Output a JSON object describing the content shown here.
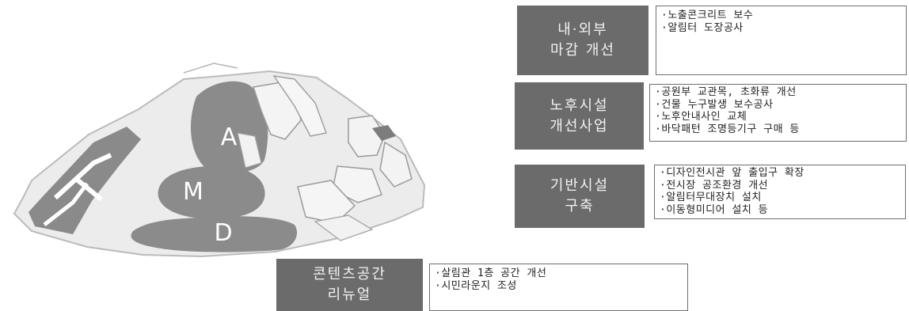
{
  "map": {
    "zones": [
      "A",
      "M",
      "D"
    ]
  },
  "groups": [
    {
      "title": [
        "내·외부",
        "마감 개선"
      ],
      "items": [
        "·노출콘크리트 보수",
        "·알림터 도장공사"
      ]
    },
    {
      "title": [
        "노후시설",
        "개선사업"
      ],
      "items": [
        "·공원부 교관목, 초화류 개선",
        "·건물 누구발생 보수공사",
        "·노후안내사인 교체",
        "·바닥패턴 조명등기구 구매 등"
      ]
    },
    {
      "title": [
        "기반시설",
        "구축"
      ],
      "items": [
        "·디자인전시관 앞 출입구 확장",
        "·전시장 공조환경 개선",
        "·알림터무대장치 설치",
        "·이동형미디어 설치 등"
      ]
    },
    {
      "title": [
        "콘텐츠공간",
        "리뉴얼"
      ],
      "items": [
        "·살림관 1층 공간 개선",
        "·시민라운지 조성"
      ]
    }
  ]
}
